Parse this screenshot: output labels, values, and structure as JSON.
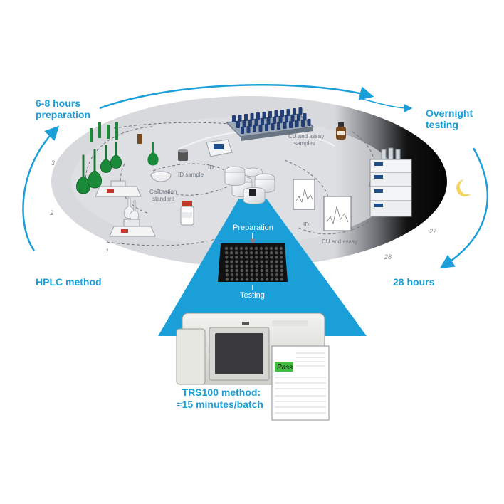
{
  "labels": {
    "prep_time": [
      "6-8 hours",
      "preparation"
    ],
    "overnight": [
      "Overnight",
      "testing"
    ],
    "hplc_method": "HPLC method",
    "duration": "28 hours",
    "cu_assay_samples": [
      "CU and assay",
      "samples"
    ],
    "id_short": "ID",
    "id_sample": "ID sample",
    "calibration": [
      "Calibration",
      "standard"
    ],
    "id_report": "ID",
    "cu_and_assay": "CU and assay",
    "preparation": "Preparation",
    "testing": "Testing",
    "trs_method": [
      "TRS100 method:",
      "≈15 minutes/batch"
    ],
    "report_badge": "Pass",
    "clock_ticks": [
      "1",
      "2",
      "3",
      "27",
      "28"
    ]
  },
  "colors": {
    "accent": "#1a9fd9",
    "ellipse": "#d7d9dc",
    "night": "#111111",
    "moon": "#f4d35e",
    "pass": "#3fbf3f"
  },
  "icons": [
    "balance-icon",
    "flask-icon",
    "vial-rack-icon",
    "spectrometer-icon",
    "sample-cup-icon",
    "well-plate-icon",
    "hplc-instrument-icon",
    "report-icon",
    "moon-icon",
    "trs100-instrument-icon"
  ]
}
